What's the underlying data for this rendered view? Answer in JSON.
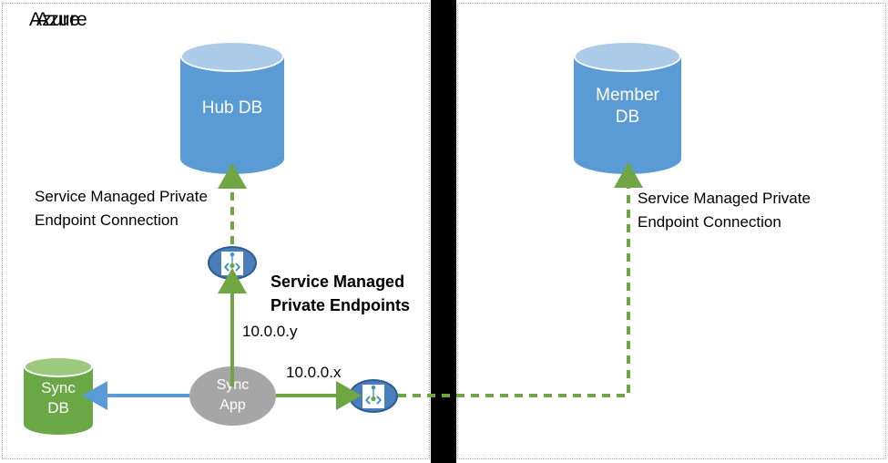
{
  "panels": {
    "left": {
      "title": "Azure"
    },
    "right": {
      "title": "Azure"
    }
  },
  "nodes": {
    "hub_db": {
      "label": "Hub DB",
      "shape": "cylinder",
      "color": "#5B9BD5",
      "top_color": "#ACCBE9"
    },
    "member_db": {
      "label": "Member\nDB",
      "shape": "cylinder",
      "color": "#5B9BD5",
      "top_color": "#ACCBE9"
    },
    "sync_db": {
      "label": "Sync\nDB",
      "shape": "cylinder",
      "color": "#69A844",
      "top_color": "#9CC97C"
    },
    "sync_app": {
      "label": "Sync\nApp",
      "shape": "ellipse",
      "color": "#A6A6A6"
    },
    "endpoint_hub": {
      "icon": "private-link-icon",
      "color": "#4A7EBB"
    },
    "endpoint_member": {
      "icon": "private-link-icon",
      "color": "#4A7EBB"
    }
  },
  "labels": {
    "left_connection": "Service Managed Private\nEndpoint Connection",
    "right_connection": "Service Managed Private\nEndpoint Connection",
    "smpe_heading": "Service Managed\nPrivate Endpoints",
    "ip_y": "10.0.0.y",
    "ip_x": "10.0.0.x"
  },
  "colors": {
    "green_connector": "#6FA543",
    "blue_connector": "#5B9BD5",
    "divider": "#000000",
    "panel_border": "#A6A6A6"
  }
}
